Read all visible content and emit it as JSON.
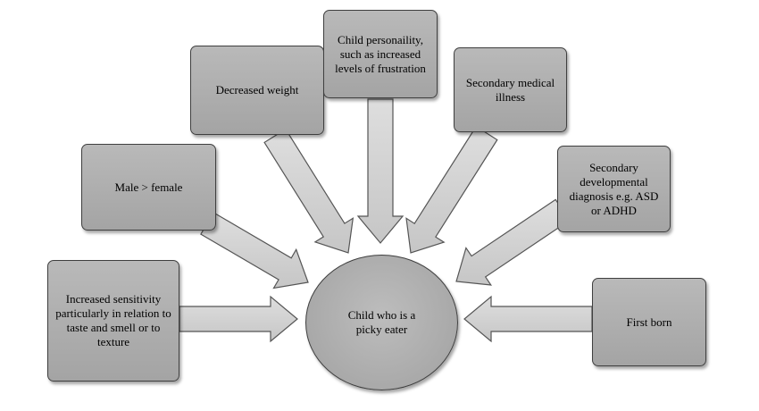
{
  "center": {
    "label": "Child who is a picky eater"
  },
  "factors": [
    {
      "id": "sensitivity",
      "label": "Increased sensitivity particularly in relation to taste and smell or to texture"
    },
    {
      "id": "sex",
      "label": "Male > female"
    },
    {
      "id": "weight",
      "label": "Decreased weight"
    },
    {
      "id": "personality",
      "label": "Child personaility, such as increased levels of frustration"
    },
    {
      "id": "medical",
      "label": "Secondary medical illness"
    },
    {
      "id": "developmental",
      "label": "Secondary developmental diagnosis e.g. ASD or ADHD"
    },
    {
      "id": "birth-order",
      "label": "First born"
    }
  ],
  "colors": {
    "fill": "#a9a9a9",
    "arrow": "#d4d4d4",
    "border": "#3f3f3f"
  }
}
